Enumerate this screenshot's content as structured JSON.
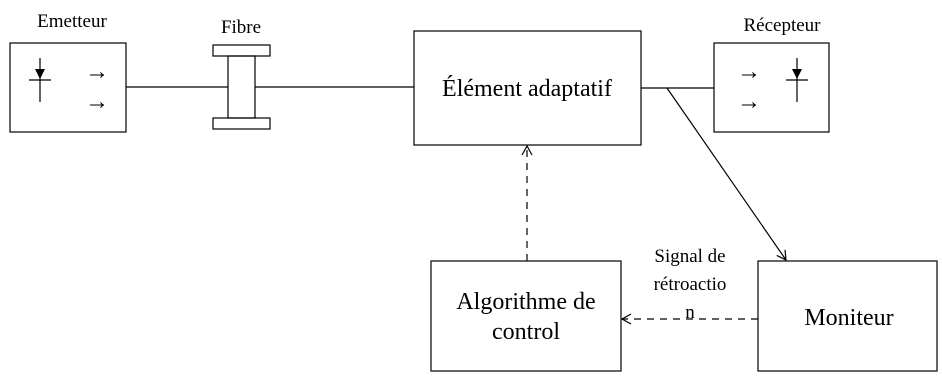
{
  "labels": {
    "emitter": "Emetteur",
    "fiber": "Fibre",
    "receiver": "Récepteur",
    "adaptive": "Élément adaptatif",
    "algo_line1": "Algorithme de",
    "algo_line2": "control",
    "monitor": "Moniteur",
    "feedback_line1": "Signal de",
    "feedback_line2": "rétroactio",
    "feedback_line3": "n"
  },
  "symbols": {
    "emitter_arrows": [
      "→",
      "→"
    ],
    "receiver_arrows": [
      "→",
      "→"
    ],
    "emitter_icon": "diode-down-icon",
    "receiver_icon": "diode-down-icon"
  },
  "colors": {
    "stroke": "#000000",
    "background": "#ffffff"
  }
}
